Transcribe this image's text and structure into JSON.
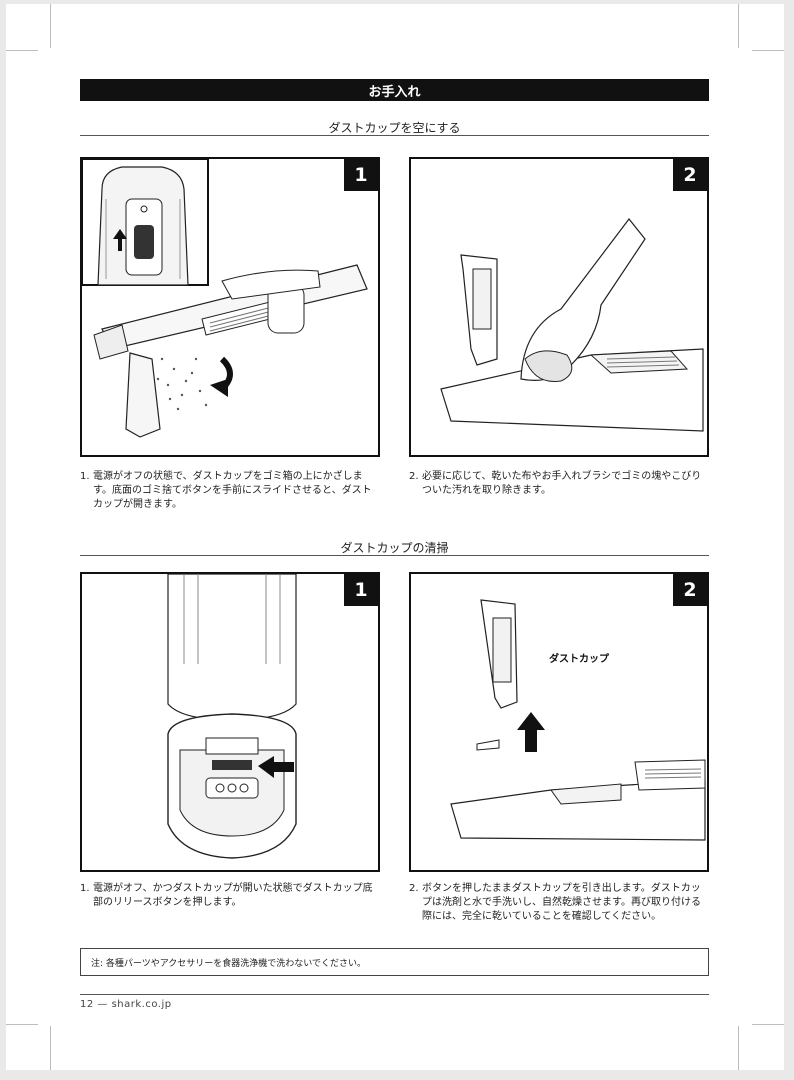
{
  "header": {
    "title": "お手入れ"
  },
  "section1": {
    "title": "ダストカップを空にする",
    "steps": [
      {
        "badge": "1",
        "num": "1.",
        "text": "電源がオフの状態で、ダストカップをゴミ箱の上にかざします。底面のゴミ捨てボタンを手前にスライドさせると、ダストカップが開きます。"
      },
      {
        "badge": "2",
        "num": "2.",
        "text": "必要に応じて、乾いた布やお手入れブラシでゴミの塊やこびりついた汚れを取り除きます。"
      }
    ]
  },
  "section2": {
    "title": "ダストカップの清掃",
    "steps": [
      {
        "badge": "1",
        "num": "1.",
        "text": "電源がオフ、かつダストカップが開いた状態でダストカップ底部のリリースボタンを押します。"
      },
      {
        "badge": "2",
        "num": "2.",
        "text": "ボタンを押したままダストカップを引き出します。ダストカップは洗剤と水で手洗いし、自然乾燥させます。再び取り付ける際には、完全に乾いていることを確認してください。",
        "label": "ダストカップ"
      }
    ]
  },
  "note": "注: 各種パーツやアクセサリーを食器洗浄機で洗わないでください。",
  "footer": "12 — shark.co.jp"
}
